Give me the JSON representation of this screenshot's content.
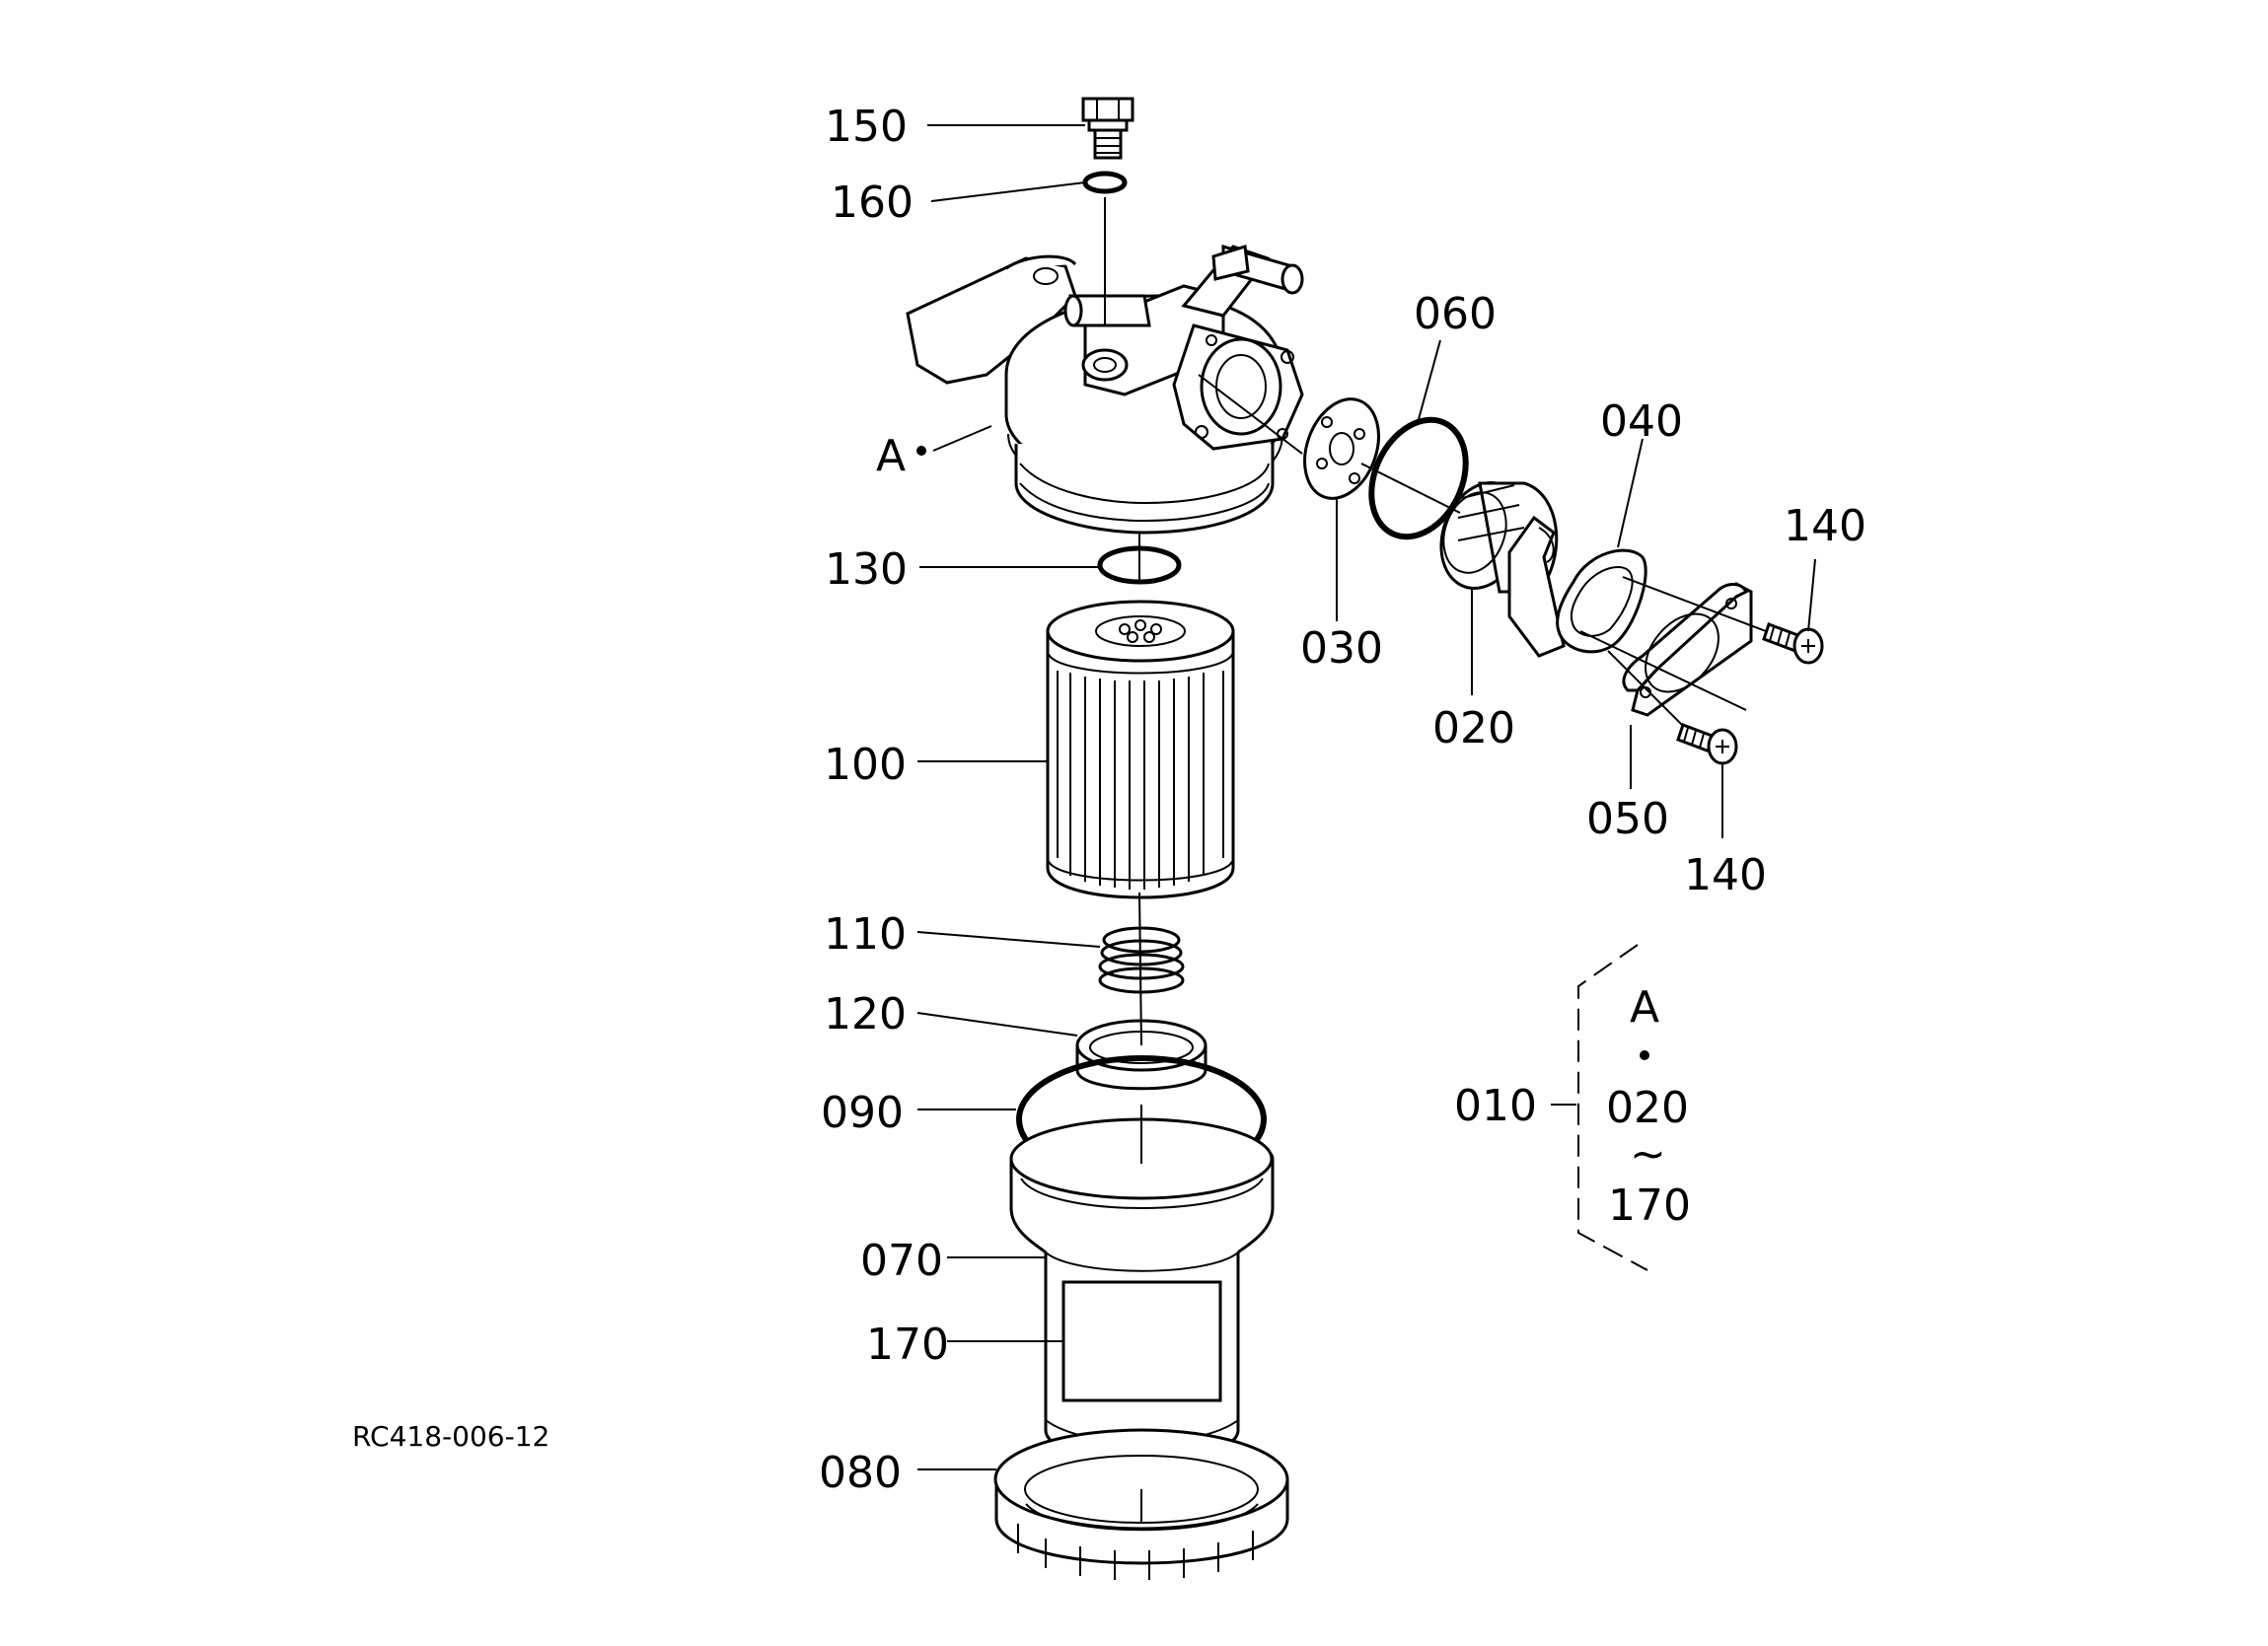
{
  "drawing_code": "RC418-006-12",
  "callouts": [
    {
      "id": "label-150",
      "text": "150"
    },
    {
      "id": "label-160",
      "text": "160"
    },
    {
      "id": "label-a",
      "text": "A"
    },
    {
      "id": "label-130",
      "text": "130"
    },
    {
      "id": "label-100",
      "text": "100"
    },
    {
      "id": "label-110",
      "text": "110"
    },
    {
      "id": "label-120",
      "text": "120"
    },
    {
      "id": "label-090",
      "text": "090"
    },
    {
      "id": "label-070",
      "text": "070"
    },
    {
      "id": "label-170",
      "text": "170"
    },
    {
      "id": "label-080",
      "text": "080"
    },
    {
      "id": "label-060",
      "text": "060"
    },
    {
      "id": "label-030",
      "text": "030"
    },
    {
      "id": "label-020",
      "text": "020"
    },
    {
      "id": "label-040",
      "text": "040"
    },
    {
      "id": "label-050",
      "text": "050"
    },
    {
      "id": "label-140-top",
      "text": "140"
    },
    {
      "id": "label-140-bottom",
      "text": "140"
    }
  ],
  "assembly_note": {
    "ref": "010",
    "group_label": "A",
    "range_start": "020",
    "range_symbol": "~",
    "range_end": "170"
  }
}
